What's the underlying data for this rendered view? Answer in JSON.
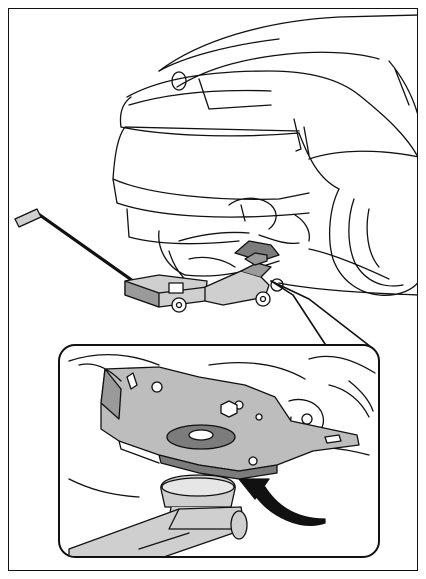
{
  "figure": {
    "subject": "jack-positioning-illustration",
    "parts": [
      "vehicle-rear",
      "rear-wheel",
      "floor-jack",
      "jack-handle",
      "jack-saddle",
      "jack-point",
      "detail-callout",
      "arrow"
    ]
  },
  "colors": {
    "line": "#111111",
    "fill": "#ffffff",
    "jack": "#cfcfcf",
    "jack_dark": "#9a9a9a",
    "plate": "#bdbdbd",
    "plate_dark": "#7c7c7c",
    "arrow": "#111111"
  }
}
